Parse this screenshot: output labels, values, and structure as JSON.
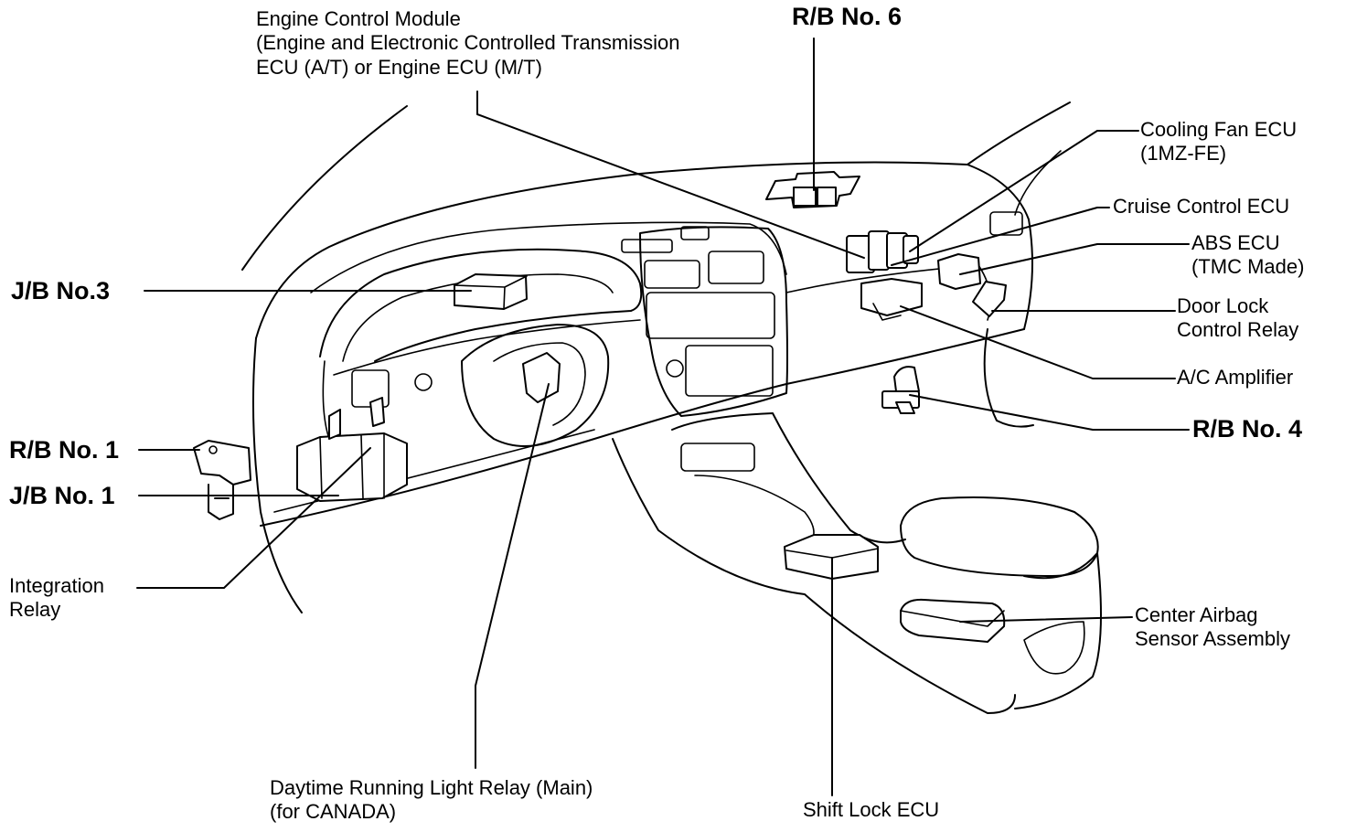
{
  "labels": {
    "engine_control_module": {
      "line1": "Engine Control Module",
      "line2": "(Engine and Electronic Controlled Transmission",
      "line3": "ECU (A/T) or Engine ECU (M/T)"
    },
    "rb_no6": "R/B No. 6",
    "cooling_fan_ecu": {
      "line1": "Cooling Fan ECU",
      "line2": "(1MZ-FE)"
    },
    "cruise_control_ecu": "Cruise Control ECU",
    "abs_ecu": {
      "line1": "ABS ECU",
      "line2": "(TMC Made)"
    },
    "door_lock_control_relay": {
      "line1": "Door Lock",
      "line2": "Control Relay"
    },
    "ac_amplifier": "A/C Amplifier",
    "rb_no4": "R/B No. 4",
    "jb_no3": "J/B No.3",
    "rb_no1": "R/B No. 1",
    "jb_no1": "J/B No. 1",
    "integration_relay": {
      "line1": "Integration",
      "line2": "Relay"
    },
    "center_airbag_sensor": {
      "line1": "Center Airbag",
      "line2": "Sensor Assembly"
    },
    "daytime_running_light_relay": {
      "line1": "Daytime Running Light Relay (Main)",
      "line2": "(for CANADA)"
    },
    "shift_lock_ecu": "Shift Lock ECU"
  }
}
